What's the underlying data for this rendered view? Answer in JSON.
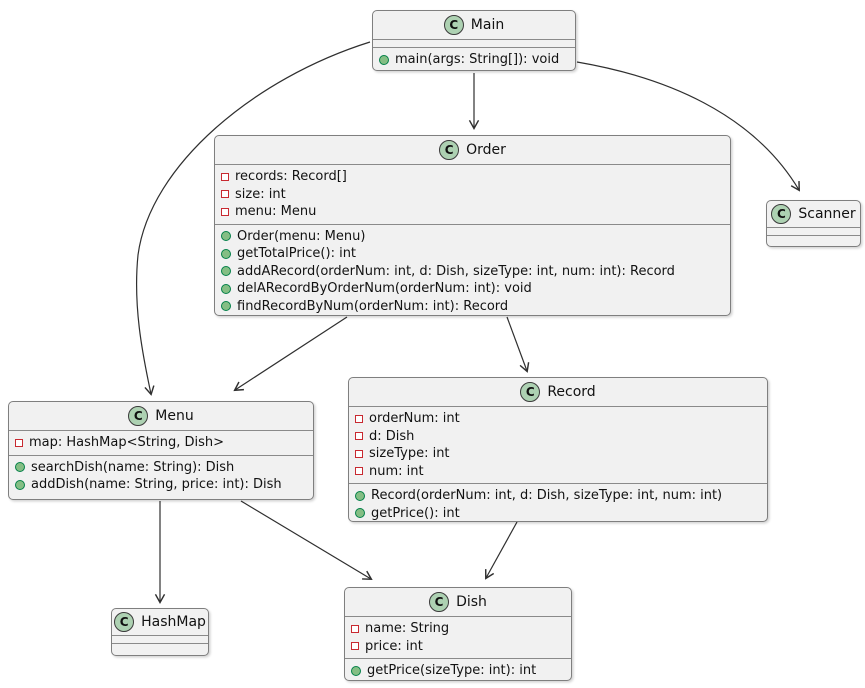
{
  "diagram_type": "uml-class-diagram",
  "colors": {
    "background": "#FFFFFF",
    "class_fill": "#F1F1F1",
    "class_border": "#7F7F7F",
    "stereotype_circle_fill": "#ADD1B2",
    "private_field_icon": "#C82930",
    "public_method_icon_fill": "#84BE84",
    "public_method_icon_border": "#038048",
    "edge_line": "#2F2F2F"
  },
  "classes": [
    {
      "name": "Main",
      "stereotype": "C",
      "fields": [],
      "methods": [
        {
          "visibility": "public",
          "text": "main(args: String[]): void"
        }
      ]
    },
    {
      "name": "Order",
      "stereotype": "C",
      "fields": [
        {
          "visibility": "private",
          "text": "records: Record[]"
        },
        {
          "visibility": "private",
          "text": "size: int"
        },
        {
          "visibility": "private",
          "text": "menu: Menu"
        }
      ],
      "methods": [
        {
          "visibility": "public",
          "text": "Order(menu: Menu)"
        },
        {
          "visibility": "public",
          "text": "getTotalPrice(): int"
        },
        {
          "visibility": "public",
          "text": "addARecord(orderNum: int, d: Dish, sizeType: int, num: int): Record"
        },
        {
          "visibility": "public",
          "text": "delARecordByOrderNum(orderNum: int): void"
        },
        {
          "visibility": "public",
          "text": "findRecordByNum(orderNum: int): Record"
        }
      ]
    },
    {
      "name": "Scanner",
      "stereotype": "C",
      "fields": [],
      "methods": []
    },
    {
      "name": "Menu",
      "stereotype": "C",
      "fields": [
        {
          "visibility": "private",
          "text": "map: HashMap<String, Dish>"
        }
      ],
      "methods": [
        {
          "visibility": "public",
          "text": "searchDish(name: String): Dish"
        },
        {
          "visibility": "public",
          "text": "addDish(name: String, price: int): Dish"
        }
      ]
    },
    {
      "name": "Record",
      "stereotype": "C",
      "fields": [
        {
          "visibility": "private",
          "text": "orderNum: int"
        },
        {
          "visibility": "private",
          "text": "d: Dish"
        },
        {
          "visibility": "private",
          "text": "sizeType: int"
        },
        {
          "visibility": "private",
          "text": "num: int"
        }
      ],
      "methods": [
        {
          "visibility": "public",
          "text": "Record(orderNum: int, d: Dish, sizeType: int, num: int)"
        },
        {
          "visibility": "public",
          "text": "getPrice(): int"
        }
      ]
    },
    {
      "name": "HashMap",
      "stereotype": "C",
      "fields": [],
      "methods": []
    },
    {
      "name": "Dish",
      "stereotype": "C",
      "fields": [
        {
          "visibility": "private",
          "text": "name: String"
        },
        {
          "visibility": "private",
          "text": "price: int"
        }
      ],
      "methods": [
        {
          "visibility": "public",
          "text": "getPrice(sizeType: int): int"
        }
      ]
    }
  ],
  "edges": [
    {
      "from": "Main",
      "to": "Order"
    },
    {
      "from": "Main",
      "to": "Scanner"
    },
    {
      "from": "Main",
      "to": "Menu"
    },
    {
      "from": "Order",
      "to": "Menu"
    },
    {
      "from": "Order",
      "to": "Record"
    },
    {
      "from": "Menu",
      "to": "HashMap"
    },
    {
      "from": "Menu",
      "to": "Dish"
    },
    {
      "from": "Record",
      "to": "Dish"
    }
  ]
}
